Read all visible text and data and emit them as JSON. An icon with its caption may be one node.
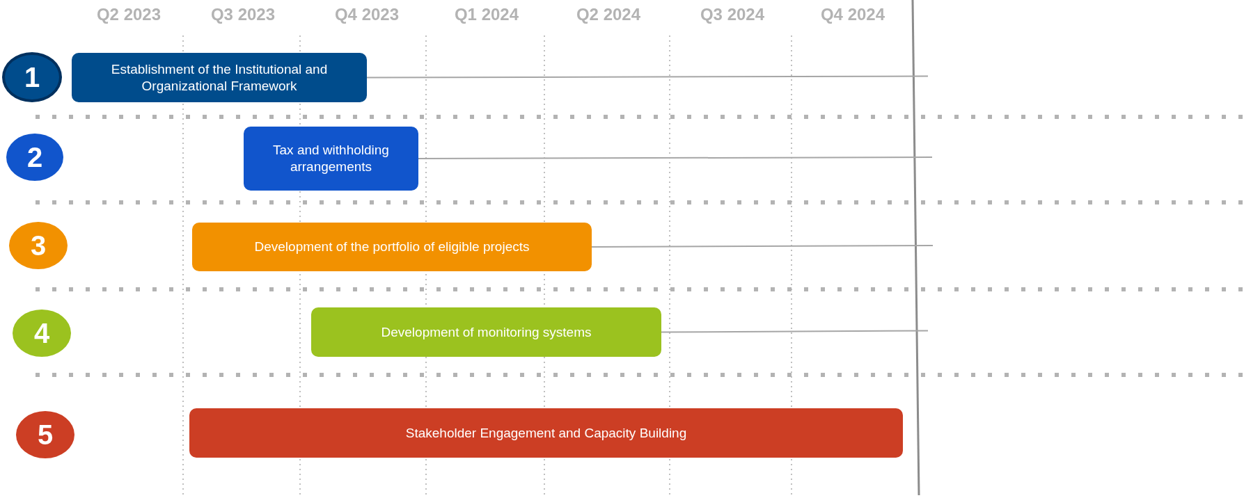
{
  "diagram": {
    "nodes": [
      {
        "text": [
          "1"
        ]
      },
      {
        "text": [
          "Establishment of the Institutional and Organizational Framework"
        ]
      },
      {
        "text": [
          "2"
        ]
      },
      {
        "text": [
          "Tax and withholding arrangements"
        ]
      },
      {
        "text": [
          "3"
        ]
      },
      {
        "text": [
          "Development of the portfolio of eligible projects"
        ]
      },
      {
        "text": [
          "4"
        ]
      },
      {
        "text": [
          "Development of monitoring systems"
        ]
      },
      {
        "text": [
          "5"
        ]
      },
      {
        "text": [
          "Stakeholder Engagement and Capacity Building"
        ]
      }
    ],
    "edges": [
      {
        "from": 1,
        "to": null,
        "arrow": "none"
      },
      {
        "from": 3,
        "to": null,
        "arrow": "none"
      },
      {
        "from": 5,
        "to": null,
        "arrow": "none"
      },
      {
        "from": 7,
        "to": null,
        "arrow": "none"
      }
    ],
    "labels": [
      "Q2 2023",
      "Q3 2023",
      "Q4 2023",
      "Q1 2024",
      "Q2 2024",
      "Q3 2024",
      "Q4 2024"
    ]
  }
}
